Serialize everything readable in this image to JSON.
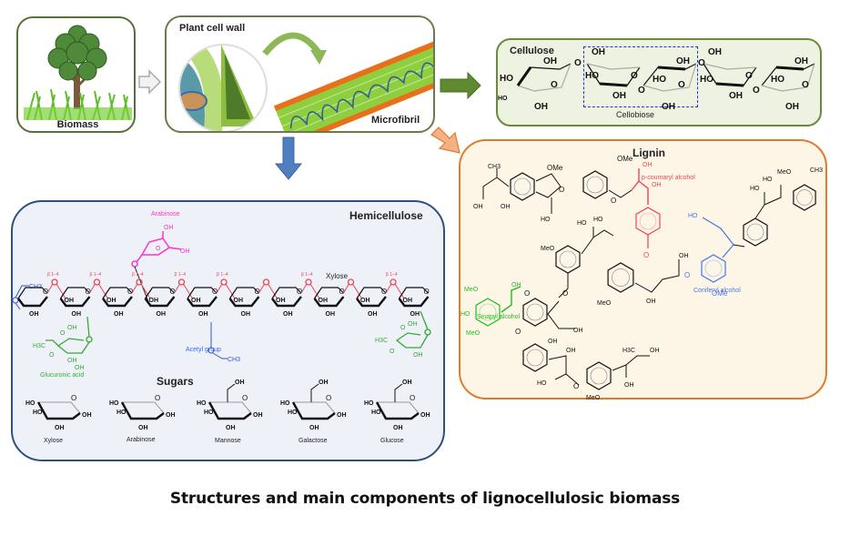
{
  "caption": "Structures and main components of lignocellulosic biomass",
  "colors": {
    "biomass_border": "#5a6e3a",
    "cellulose_bg": "#eef2e1",
    "cellulose_border": "#6a8a3a",
    "hemicellulose_bg": "#eef2f8",
    "hemicellulose_border": "#2f4f7f",
    "lignin_bg": "#fdf6e7",
    "lignin_border": "#e07b2a",
    "cellobiose_box": "#2233dd",
    "arabinose": "#ff33cc",
    "glucuronic": "#33aa33",
    "acetyl": "#3366ff",
    "linkage": "#ee4455",
    "coumaryl": "#ee4455",
    "coniferyl": "#4477ee",
    "sinapyl": "#22bb22",
    "arrow_green": "#5f8a2f",
    "arrow_blue": "#4f7fbf",
    "arrow_orange": "#f4b183"
  },
  "biomass": {
    "label": "Biomass"
  },
  "cell_wall": {
    "title": "Plant cell wall",
    "microfibril_label": "Microfibril"
  },
  "cellulose": {
    "title": "Cellulose",
    "cellobiose_label": "Cellobiose",
    "groups": [
      "OH",
      "OH",
      "HO",
      "HO",
      "O",
      "O",
      "OH",
      "OH",
      "O",
      "HO",
      "OH",
      "O",
      "OH",
      "OH",
      "O",
      "HO",
      "HO",
      "OH",
      "O",
      "OH",
      "OH",
      "O",
      "HO",
      "OH",
      "O",
      "OH"
    ]
  },
  "hemicellulose": {
    "title": "Hemicellulose",
    "arabinose_label": "Arabinose",
    "xylose_label": "Xylose",
    "acetyl_label": "Acetyl group",
    "glucuronic_label": "Glucuronic acid",
    "linkage_label": "β 1–4",
    "methyl_label": "CH3",
    "h3c_label": "H3C",
    "oh_label": "OH",
    "o_label": "O",
    "xylose_unit_count": 10,
    "sugars_title": "Sugars",
    "sugars": [
      {
        "name": "Xylose"
      },
      {
        "name": "Arabinose"
      },
      {
        "name": "Mannose"
      },
      {
        "name": "Galactose"
      },
      {
        "name": "Glucose"
      }
    ]
  },
  "lignin": {
    "title": "Lignin",
    "coumaryl_label": "p-coumaryl alcohol",
    "coniferyl_label": "Coniferyl alcohol",
    "sinapyl_label": "Sinapyl alcohol",
    "groups": {
      "ome": "OMe",
      "meo": "MeO",
      "oh": "OH",
      "ho": "HO",
      "ch3": "CH3",
      "h3c": "H3C",
      "o": "O"
    }
  }
}
